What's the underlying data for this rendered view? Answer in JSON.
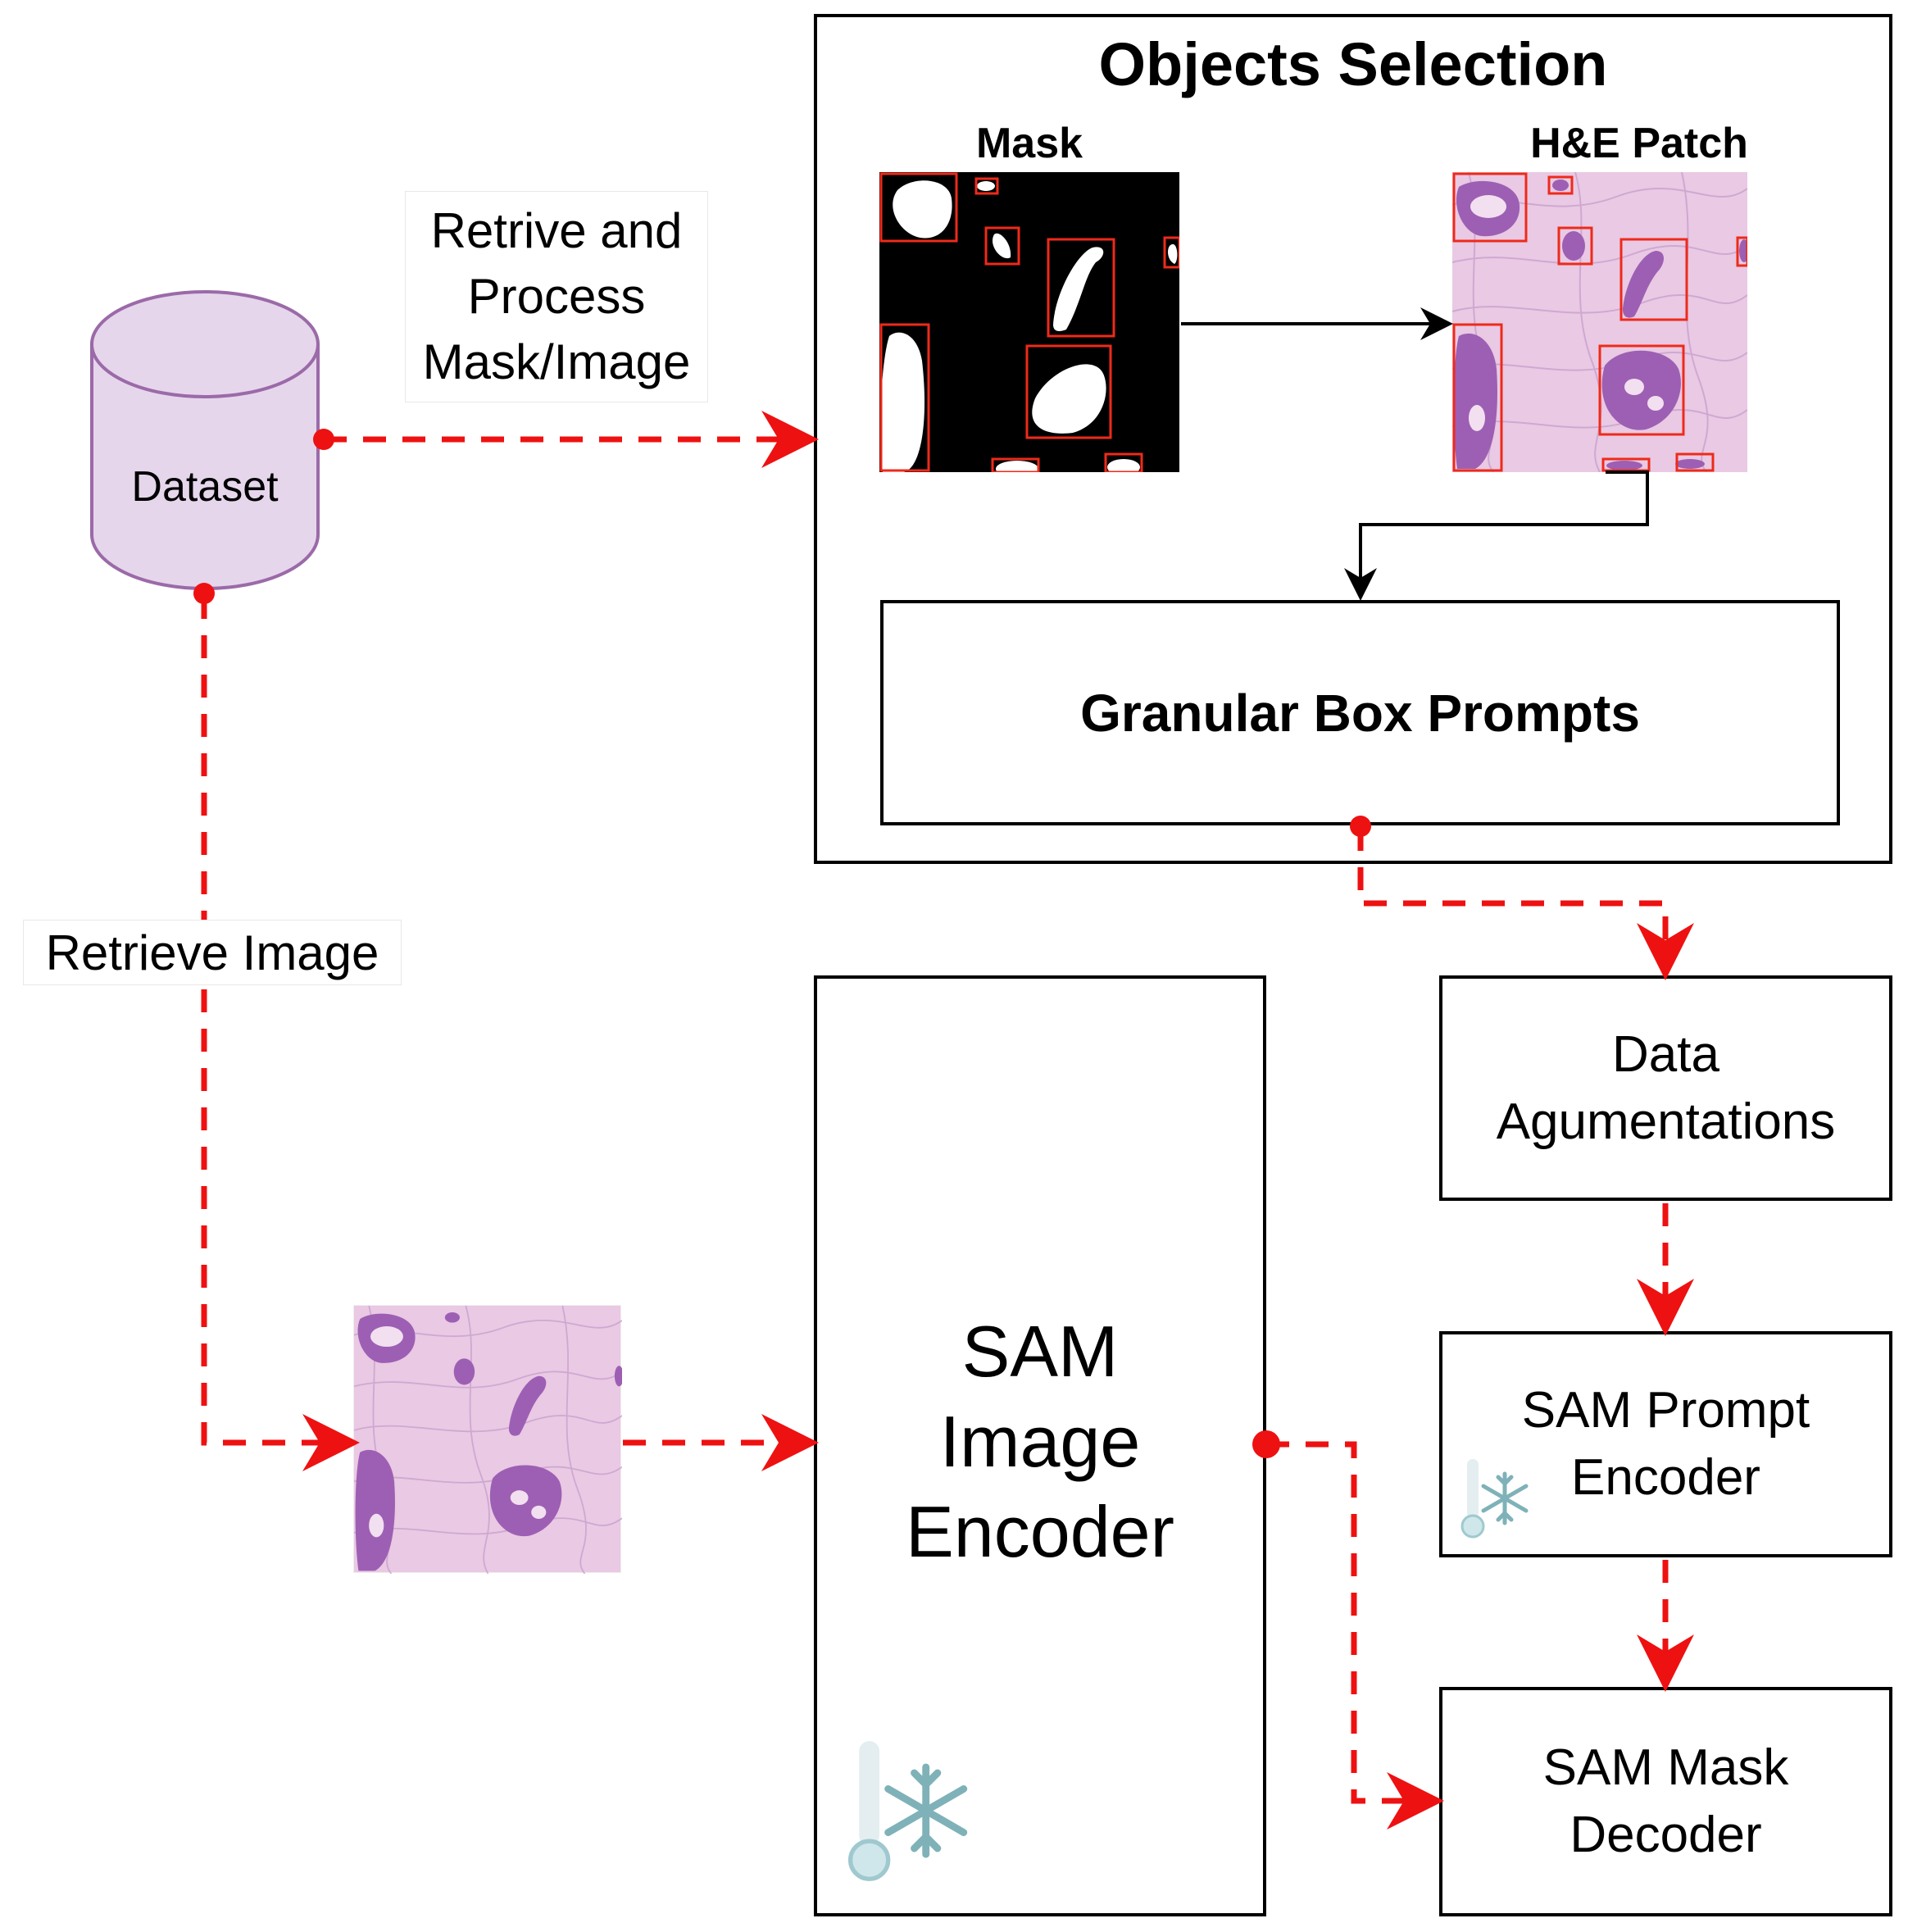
{
  "dataset": {
    "label": "Dataset"
  },
  "edges": {
    "retrieve_process_lines": [
      "Retrive and",
      "Process",
      "Mask/Image"
    ],
    "retrieve_image": "Retrieve Image"
  },
  "objects_selection": {
    "title": "Objects Selection",
    "mask_label": "Mask",
    "he_label": "H&E Patch"
  },
  "granular_box_prompts": {
    "label": "Granular Box Prompts"
  },
  "data_augmentations": {
    "lines": [
      "Data",
      "Agumentations"
    ]
  },
  "sam_prompt_encoder": {
    "lines": [
      "SAM Prompt",
      "Encoder"
    ],
    "icon": "frozen-icon"
  },
  "sam_mask_decoder": {
    "lines": [
      "SAM Mask",
      "Decoder"
    ]
  },
  "sam_image_encoder": {
    "lines": [
      "SAM",
      "Image",
      "Encoder"
    ],
    "icon": "frozen-icon"
  },
  "colors": {
    "flow_red": "#ee1111",
    "dataset_fill": "#e6d6ec",
    "dataset_stroke": "#9b6aa8",
    "tissue_base": "#e9c7e2",
    "tissue_dark": "#8d4fa6",
    "frozen_icon": "#7fb2b8"
  }
}
